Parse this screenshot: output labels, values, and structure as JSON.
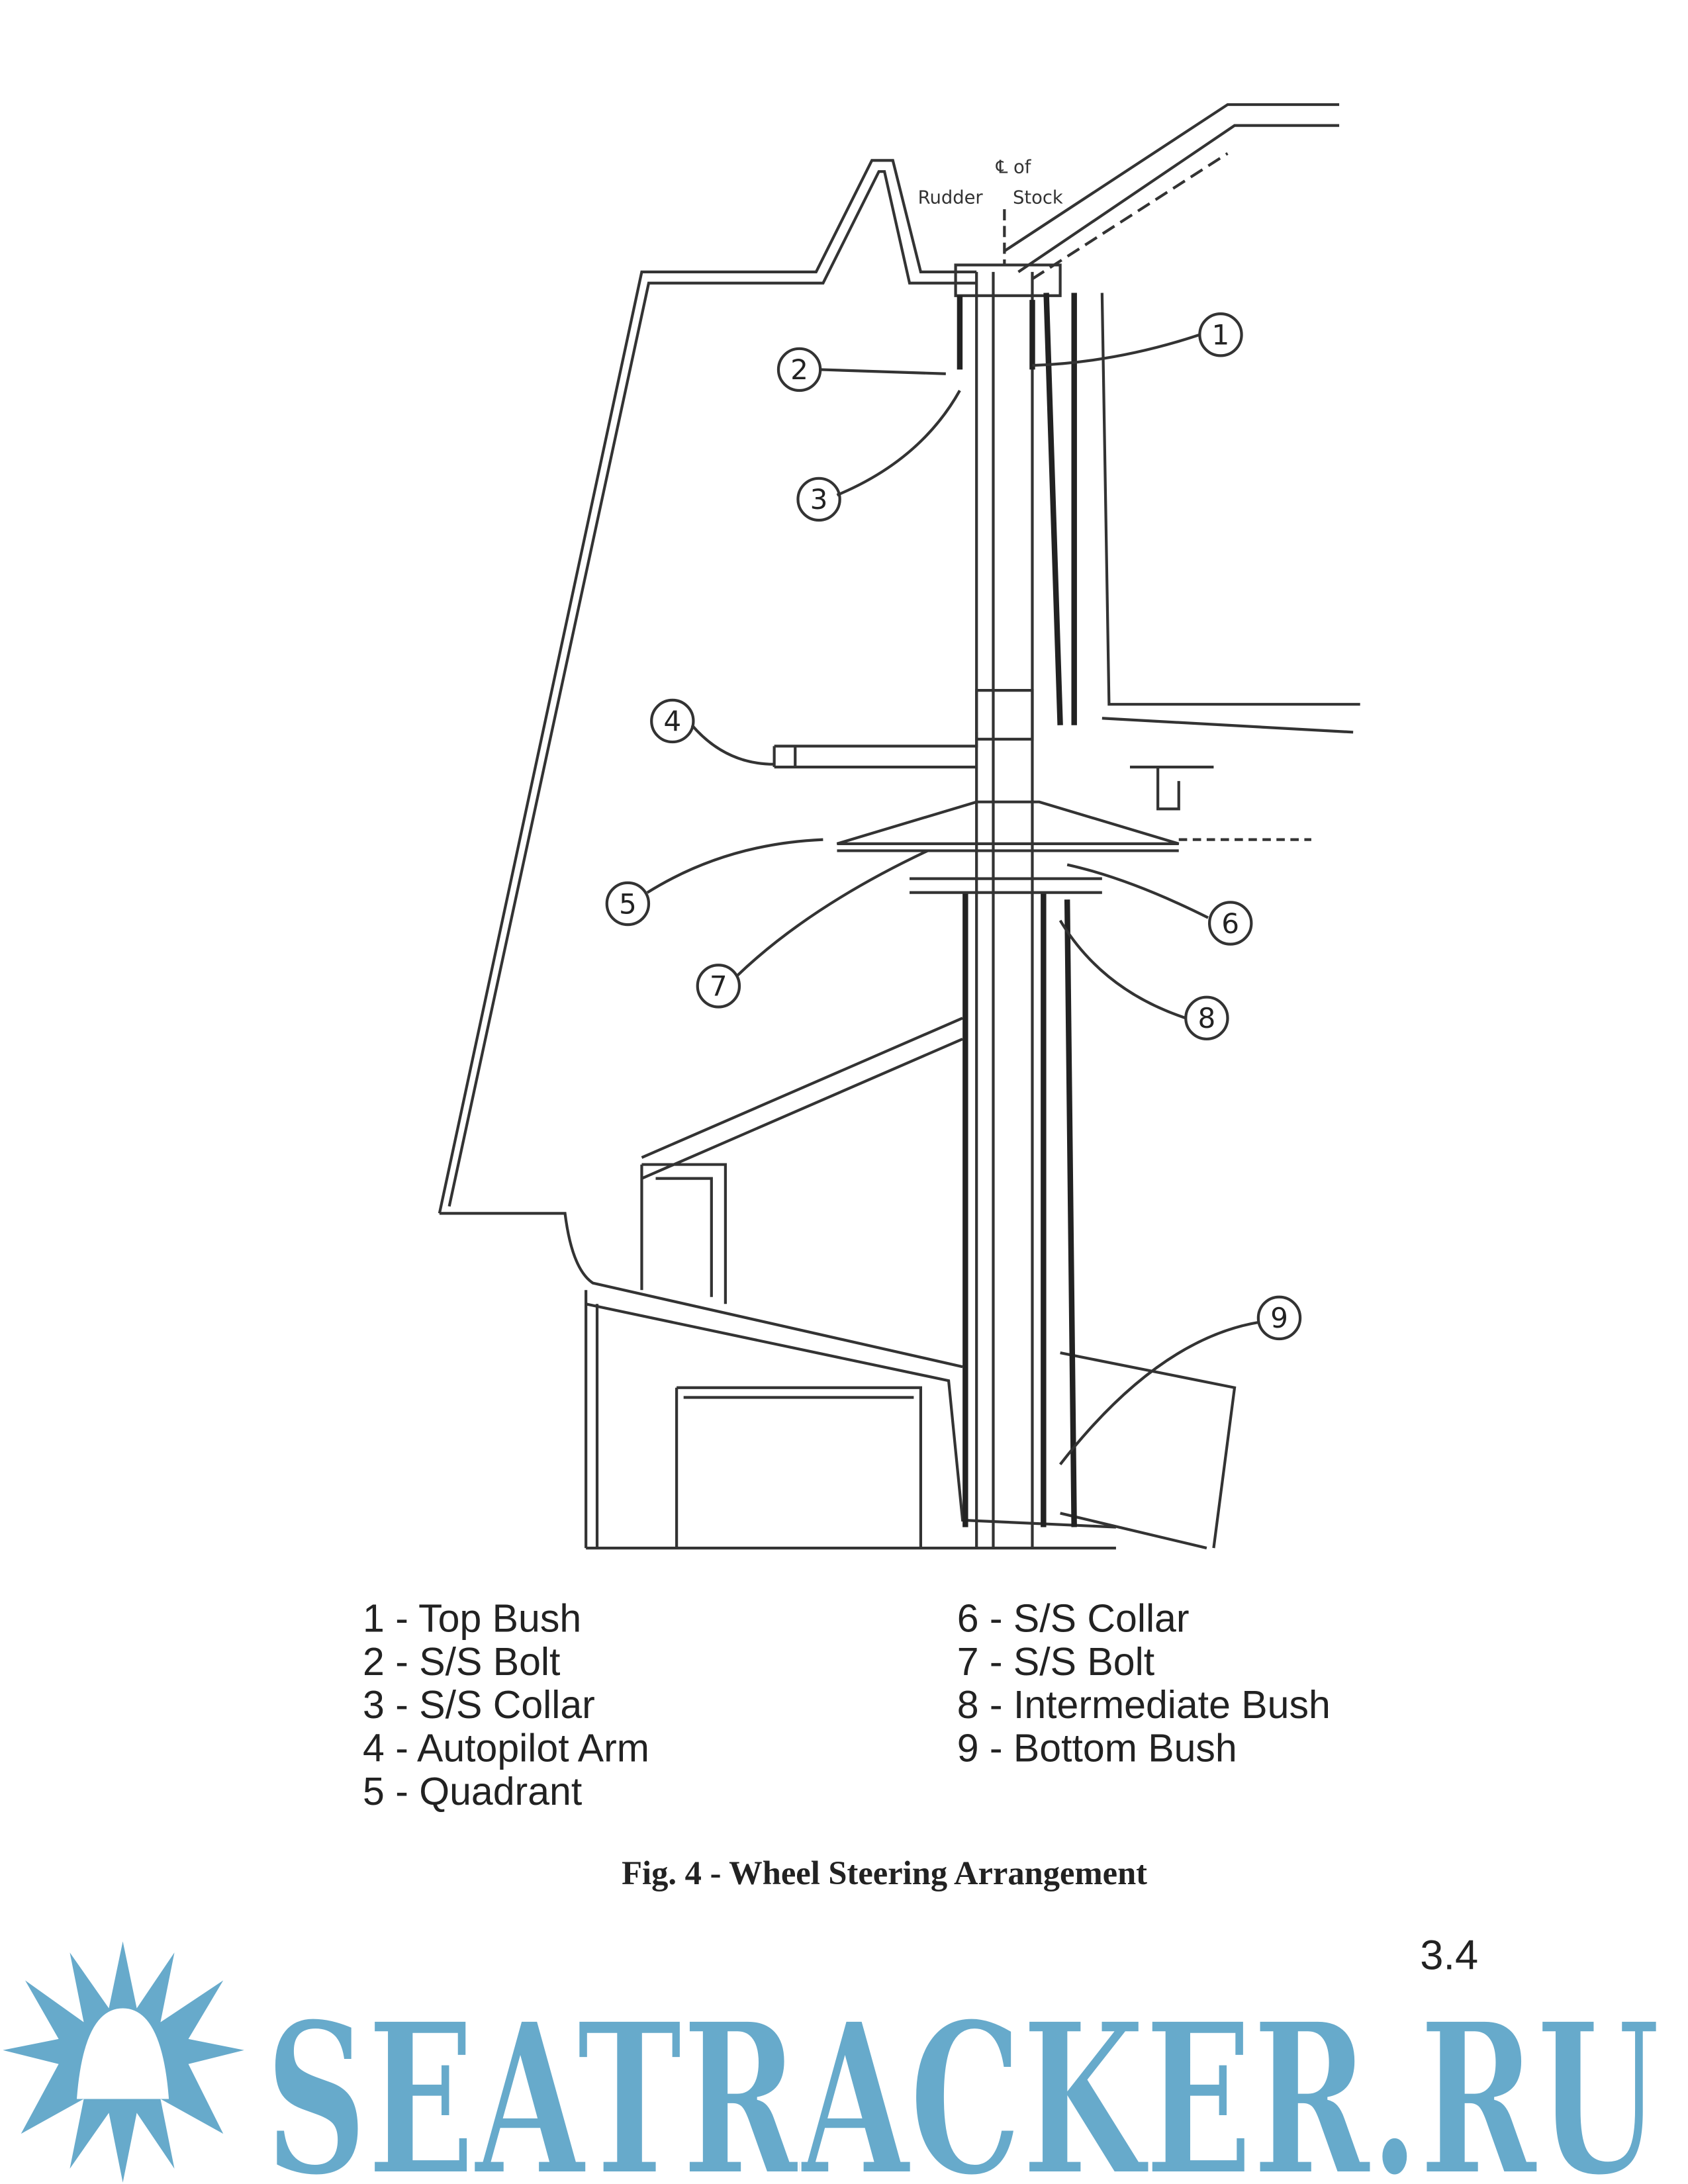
{
  "diagram": {
    "centerline_label_top": "℄ of",
    "centerline_label_left": "Rudder",
    "centerline_label_right": "Stock",
    "callouts": [
      "1",
      "2",
      "3",
      "4",
      "5",
      "6",
      "7",
      "8",
      "9"
    ]
  },
  "legend": {
    "left": [
      "1 - Top Bush",
      "2 - S/S Bolt",
      "3 - S/S Collar",
      "4 - Autopilot Arm",
      "5 - Quadrant"
    ],
    "right": [
      "6 - S/S Collar",
      "7 - S/S Bolt",
      "8 - Intermediate Bush",
      "9 - Bottom Bush"
    ]
  },
  "caption": "Fig. 4 - Wheel Steering Arrangement",
  "page_number": "3.4",
  "watermark": {
    "text": "SEATRACKER.RU",
    "color": "#67aacb"
  }
}
